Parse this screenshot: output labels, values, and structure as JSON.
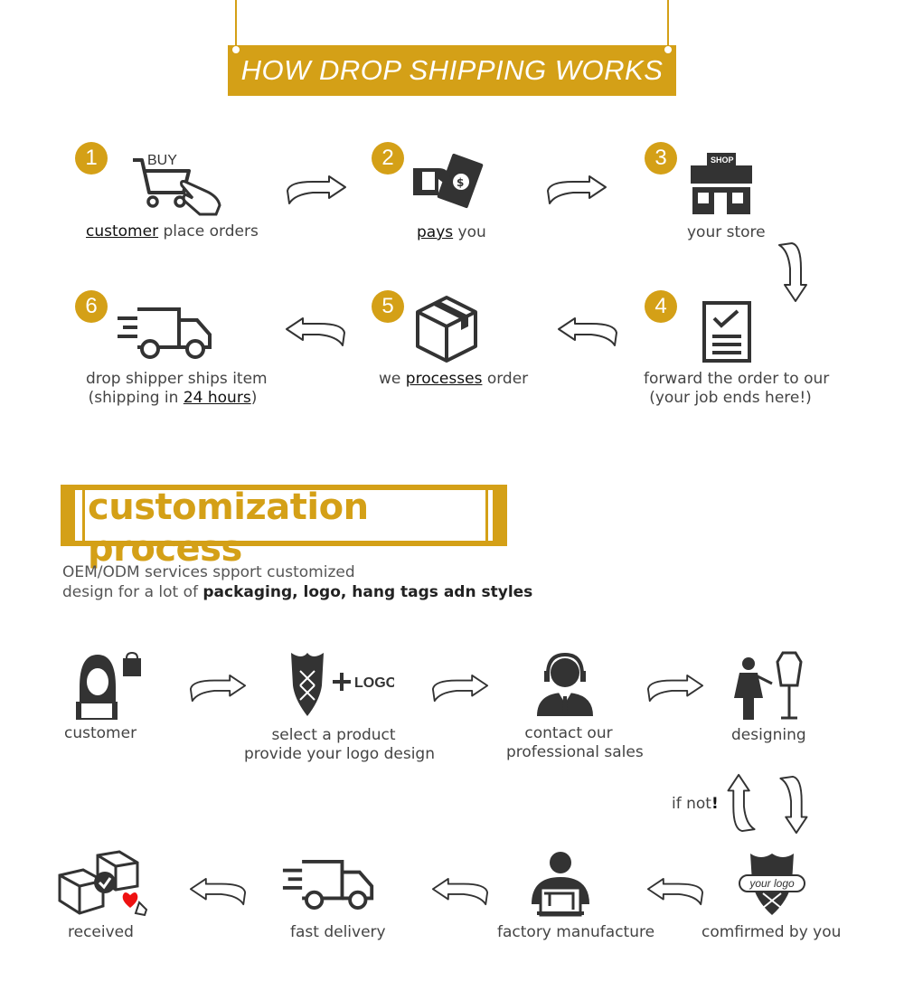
{
  "header": {
    "title": "HOW DROP SHIPPING WORKS"
  },
  "steps": [
    {
      "num": "1",
      "label_u": "customer",
      "label_rest": " place orders",
      "icon_text": "BUY"
    },
    {
      "num": "2",
      "label_u": "pays",
      "label_rest": " you"
    },
    {
      "num": "3",
      "label": "your store",
      "icon_text": "SHOP"
    },
    {
      "num": "4",
      "line1": "forward the order to our",
      "line2": "(your job ends here!)"
    },
    {
      "num": "5",
      "label_pre": "we ",
      "label_u": "processes",
      "label_rest": " order"
    },
    {
      "num": "6",
      "line1": "drop shipper ships item",
      "line2_pre": "(shipping in ",
      "line2_u": "24 hours",
      "line2_post": ")"
    }
  ],
  "custom": {
    "title": "customization process",
    "desc_line1": "OEM/ODM services spport customized",
    "desc_line2_pre": "design for a lot of ",
    "desc_line2_bold": "packaging, logo, hang tags adn styles",
    "logo_text": "LOGO",
    "your_logo": "your logo",
    "if_not": "if not",
    "if_not_mark": "!",
    "row1": [
      {
        "label": "customer"
      },
      {
        "line1": "select a product",
        "line2": "provide your logo design"
      },
      {
        "line1": "contact our",
        "line2": "professional sales"
      },
      {
        "label": "designing"
      }
    ],
    "row2": [
      {
        "label": "received"
      },
      {
        "label": "fast delivery"
      },
      {
        "label": "factory manufacture"
      },
      {
        "label": "comfirmed by you"
      }
    ]
  },
  "colors": {
    "accent": "#d4a017",
    "icon": "#333333"
  }
}
